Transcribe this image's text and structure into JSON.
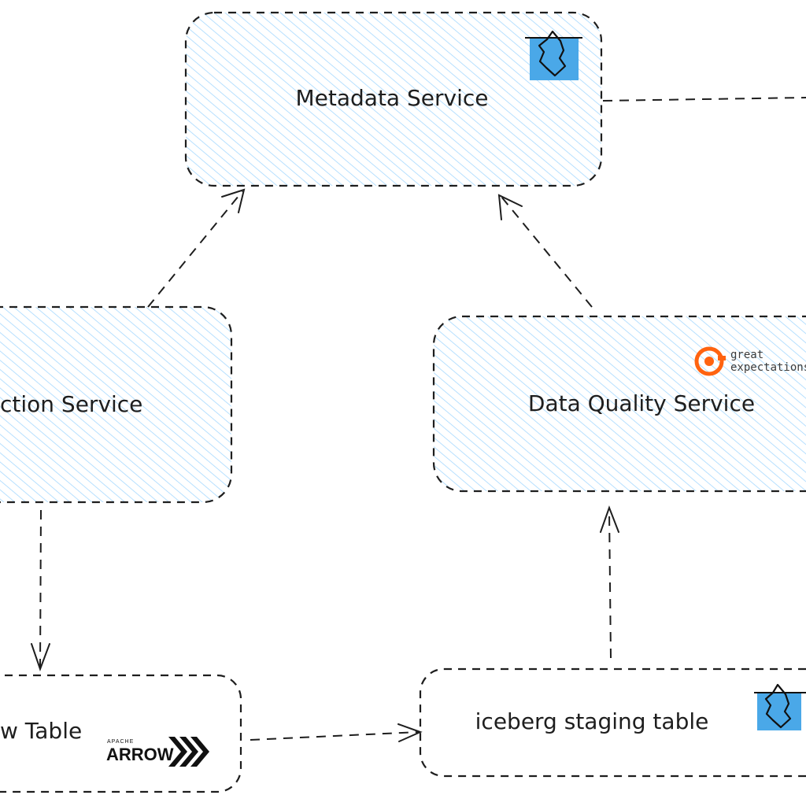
{
  "nodes": {
    "metadata_service": {
      "label": "Metadata Service",
      "logo": "iceberg-icon",
      "fill": "#a5d8ff"
    },
    "collection_service": {
      "label": "ction Service",
      "fill": "#a5d8ff"
    },
    "data_quality_service": {
      "label": "Data Quality Service",
      "fill": "#a5d8ff",
      "logo": "great-expectations-logo",
      "logo_line1": "great",
      "logo_line2": "expectations"
    },
    "arrow_table": {
      "label": "w Table",
      "logo": "apache-arrow-logo",
      "logo_small": "APACHE",
      "logo_big": "ARROW"
    },
    "iceberg_staging_table": {
      "label": "iceberg staging table",
      "logo": "iceberg-icon"
    }
  },
  "edges": [
    {
      "from": "collection_service",
      "to": "metadata_service"
    },
    {
      "from": "data_quality_service",
      "to": "metadata_service"
    },
    {
      "from": "collection_service",
      "to": "arrow_table"
    },
    {
      "from": "arrow_table",
      "to": "iceberg_staging_table"
    },
    {
      "from": "iceberg_staging_table",
      "to": "data_quality_service"
    },
    {
      "from": "metadata_service",
      "to": "offscreen-right"
    }
  ],
  "colors": {
    "stroke": "#1e1e1e",
    "hatch": "#a5d8ff",
    "iceberg_blue": "#4aa8e8",
    "ge_orange": "#ff6310"
  }
}
